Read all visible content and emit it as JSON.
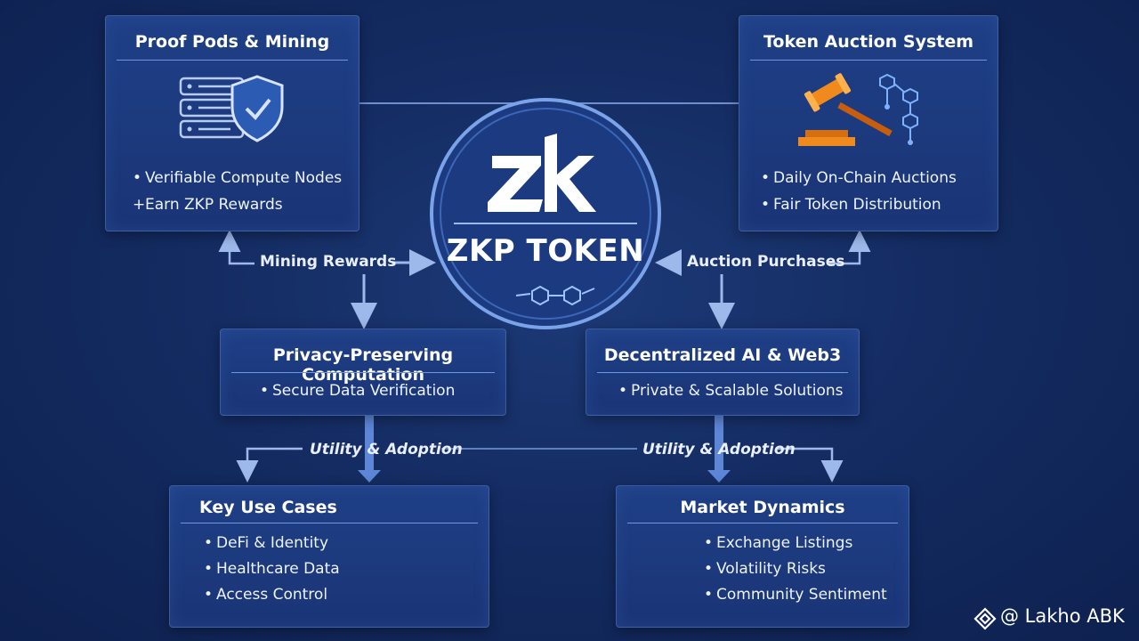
{
  "boxes": {
    "proof_pods": {
      "title": "Proof Pods & Mining",
      "items": [
        "Verifiable Compute Nodes",
        "Earn ZKP Rewards"
      ]
    },
    "token_auction": {
      "title": "Token Auction System",
      "items": [
        "Daily On-Chain Auctions",
        "Fair Token Distribution"
      ]
    },
    "privacy": {
      "title": "Privacy-Preserving Computation",
      "items": [
        "Secure Data Verification"
      ]
    },
    "decentralized_ai": {
      "title": "Decentralized AI & Web3",
      "items": [
        "Private & Scalable Solutions"
      ]
    },
    "use_cases": {
      "title": "Key Use Cases",
      "items": [
        "DeFi & Identity",
        "Healthcare Data",
        "Access Control"
      ]
    },
    "market": {
      "title": "Market Dynamics",
      "items": [
        "Exchange Listings",
        "Volatility Risks",
        "Community Sentiment"
      ]
    }
  },
  "center": {
    "logo_text": "ZK",
    "title": "ZKP TOKEN"
  },
  "flow_labels": {
    "mining_rewards": "Mining Rewards",
    "auction_purchases": "Auction Purchases",
    "utility_left": "Utility & Adoption",
    "utility_right": "Utility & Adoption"
  },
  "bullets": {
    "first": "•",
    "earn": "+"
  },
  "watermark": {
    "text": "@ Lakho ABK",
    "icon": "binance-diamond-icon"
  },
  "colors": {
    "background": "#142c62",
    "box": "#1f3f86",
    "accent_line": "#6f96dc",
    "arrow": "#8aaee8",
    "gavel": "#f08a1c"
  }
}
